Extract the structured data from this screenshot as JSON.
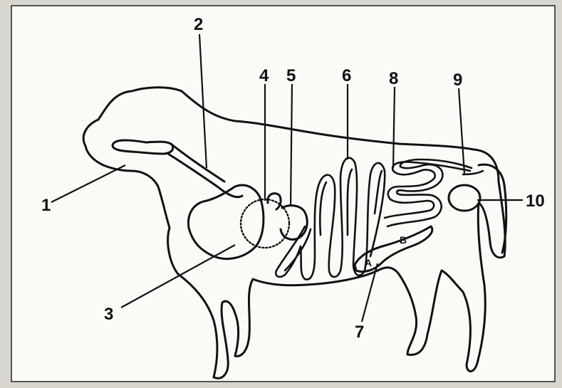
{
  "labels": {
    "l1": "1",
    "l2": "2",
    "l3": "3",
    "l4": "4",
    "l5": "5",
    "l6": "6",
    "l7": "7",
    "l8": "8",
    "l9": "9",
    "l10": "10",
    "a": "A",
    "b": "B"
  },
  "colors": {
    "paper": "#fafaf7",
    "ink": "#111111",
    "page_bg": "#d9d6d0"
  }
}
